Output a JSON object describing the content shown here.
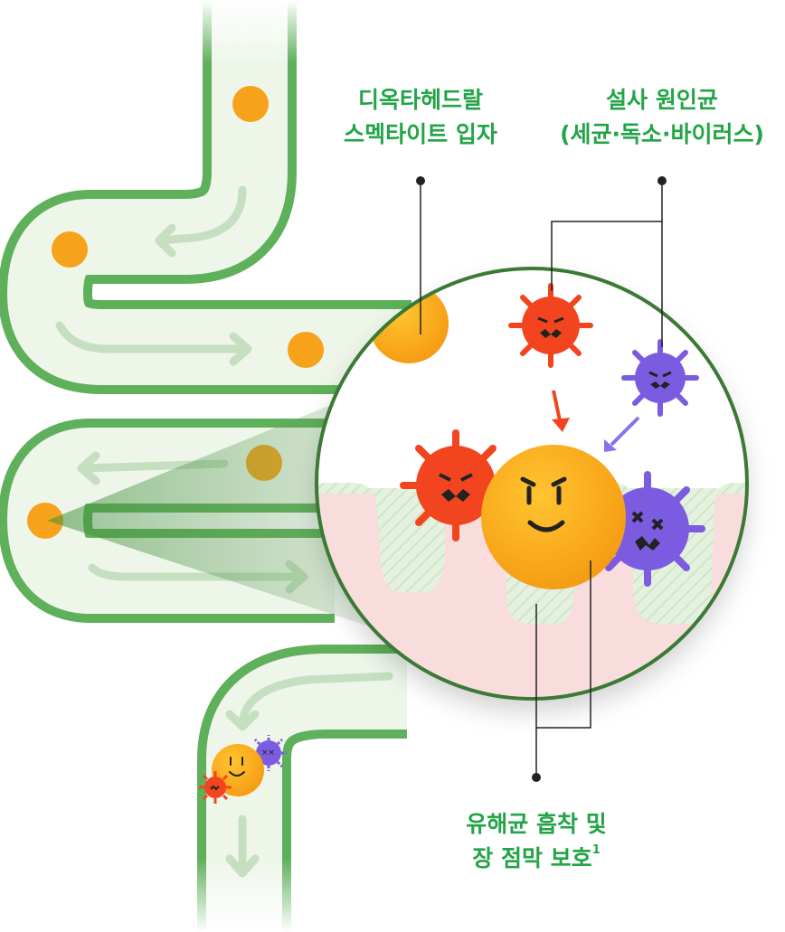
{
  "labels": {
    "particle": {
      "line1": "디옥타헤드랄",
      "line2": "스멕타이트 입자"
    },
    "pathogens": {
      "line1": "설사 원인균",
      "line2": "(세균·독소·바이러스)"
    },
    "effect": {
      "line1": "유해균 흡착 및",
      "line2": "장 점막 보호",
      "footnote": "1"
    }
  },
  "colors": {
    "intestine_wall": "#5fb05a",
    "intestine_fill": "#eef6ea",
    "label_green": "#22a447",
    "smectite_orange": "#f7a21b",
    "bacteria_red": "#f2451f",
    "virus_purple": "#7b5ce0",
    "mucosa_pink": "#f9dcdc",
    "villi_green": "#d9ecd3",
    "arrow_green": "#c5dfc0"
  },
  "icons": [
    "smectite-particle",
    "bacteria-icon",
    "virus-icon",
    "flow-arrow-icon"
  ]
}
